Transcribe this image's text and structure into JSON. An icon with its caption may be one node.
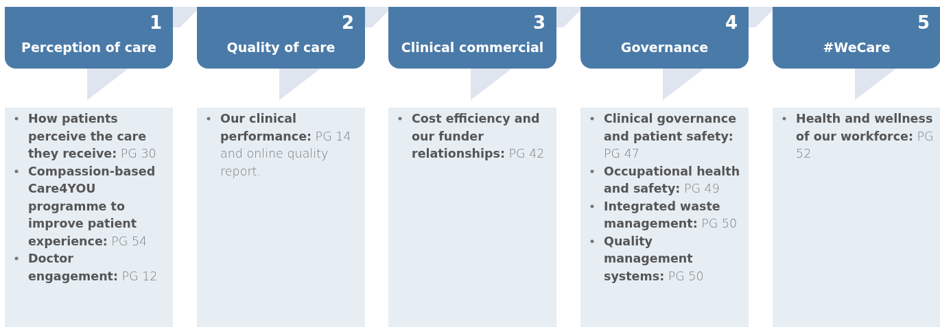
{
  "diagram": {
    "nodes": [
      {
        "text": [
          "1",
          "Perception of care"
        ]
      },
      {
        "text": [
          "2",
          "Quality of care"
        ]
      },
      {
        "text": [
          "3",
          "Clinical commercial"
        ]
      },
      {
        "text": [
          "4",
          "Governance"
        ]
      },
      {
        "text": [
          "5",
          "#WeCare"
        ]
      },
      {
        "text": [
          "**How patients perceive the care they receive:** PG 30",
          "**Compassion-based Care4YOU programme to improve patient experience:** PG 54",
          "**Doctor engagement:** PG 12"
        ]
      },
      {
        "text": [
          "**Our clinical performance:** PG 14 and online quality report."
        ]
      },
      {
        "text": [
          "**Cost efficiency and our funder relationships:** PG 42"
        ]
      },
      {
        "text": [
          "**Clinical governance and patient safety:** PG 47",
          "**Occupational health and safety:** PG 49",
          "**Integrated waste management:** PG 50",
          "**Quality management systems:** PG 50"
        ]
      },
      {
        "text": [
          "**Health and wellness of our workforce:** PG 52"
        ]
      }
    ]
  }
}
